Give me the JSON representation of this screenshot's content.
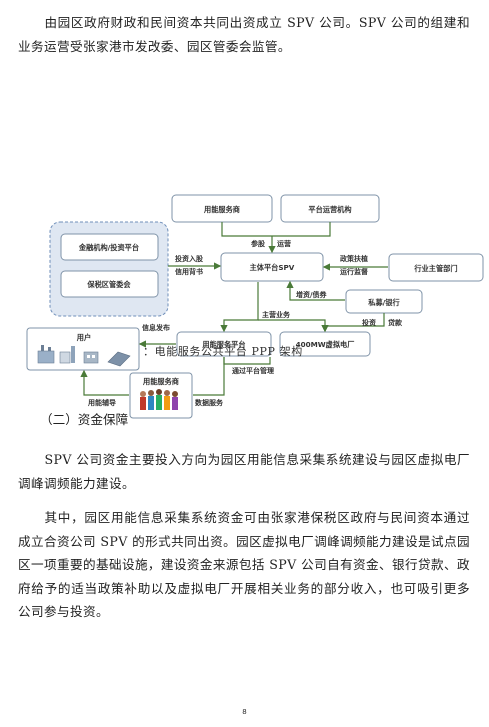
{
  "paragraphs": {
    "p1": "由园区政府财政和民间资本共同出资成立 SPV 公司。SPV 公司的组建和业务运营受张家港市发改委、园区管委会监管。",
    "p2": "SPV 公司资金主要投入方向为园区用能信息采集系统建设与园区虚拟电厂调峰调频能力建设。",
    "p3": "其中，园区用能信息采集系统资金可由张家港保税区政府与民间资本通过成立合资公司 SPV 的形式共同出资。园区虚拟电厂调峰调频能力建设是试点园区一项重要的基础设施，建设资金来源包括 SPV 公司自有资金、银行贷款、政府给予的适当政策补助以及虚拟电厂开展相关业务的部分收入，也可吸引更多公司参与投资。"
  },
  "section_heading": "（二）资金保障",
  "figure_caption": "：电能服务公共平台 PPP 架构",
  "page_number": "8",
  "diagram": {
    "nodes": {
      "energy_service_top": "用能服务商",
      "platform_operator": "平台运营机构",
      "finance_platform": "金融机构/投资平台",
      "bonded_zone_committee": "保税区管委会",
      "main_platform_spv": "主体平台SPV",
      "industry_authority": "行业主管部门",
      "private_bank": "私募/银行",
      "energy_service_platform": "用能服务平台",
      "vpp_400mw": "400MW虚拟电厂",
      "users": "用户",
      "energy_service_bottom": "用能服务商"
    },
    "edge_labels": {
      "participate": "参股",
      "operate": "运营",
      "invest_equity": "投资入股",
      "credit_guarantee": "信用背书",
      "policy_support": "政策扶植",
      "operation_supervision": "运行监督",
      "capital_debt": "增资/债券",
      "main_business": "主营业务",
      "investment": "投资",
      "loan": "贷款",
      "info_release": "信息发布",
      "platform_mgmt": "通过平台管理",
      "energy_assist": "用能辅导",
      "data_service": "数据服务"
    },
    "colors": {
      "arrow": "#4a7a38",
      "box_border": "#7f93a8",
      "group_fill": "#dfe7f2",
      "group_border": "#6f8fba"
    }
  }
}
